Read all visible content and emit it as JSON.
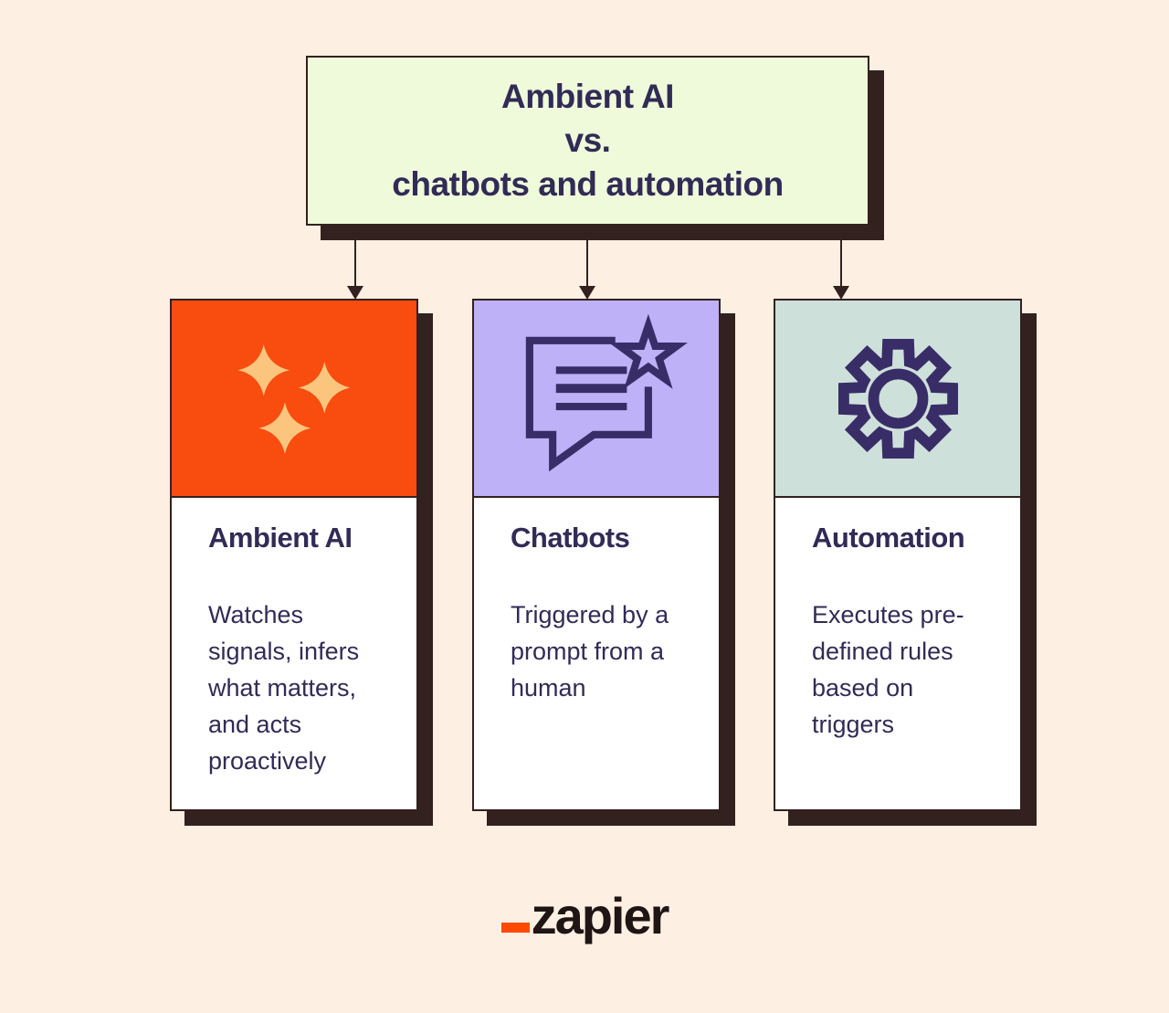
{
  "colors": {
    "page_bg": "#FDF0E3",
    "panel_bg": "#EFFADA",
    "ink": "#33211F",
    "text_navy": "#312B56",
    "icon_navy": "#392D68",
    "orange": "#F94D10",
    "sparkle": "#FBC57E",
    "purple": "#BEB1F8",
    "teal": "#CEE0DA",
    "card_bg": "#FFFFFF",
    "logo_orange": "#FF4A00",
    "logo_ink": "#201515"
  },
  "header": {
    "title_line1": "Ambient AI",
    "title_line2": "vs.",
    "title_line3": "chatbots and automation"
  },
  "cards": [
    {
      "title": "Ambient AI",
      "body": "Watches signals, infers what matters, and acts proactively",
      "icon": "sparkles",
      "header_color": "#F94D10"
    },
    {
      "title": "Chatbots",
      "body": "Triggered by a prompt from a human",
      "icon": "chat-bubble-star",
      "header_color": "#BEB1F8"
    },
    {
      "title": "Automation",
      "body": "Executes pre-defined rules based on triggers",
      "icon": "gear",
      "header_color": "#CEE0DA"
    }
  ],
  "footer": {
    "logo_text": "zapier"
  }
}
